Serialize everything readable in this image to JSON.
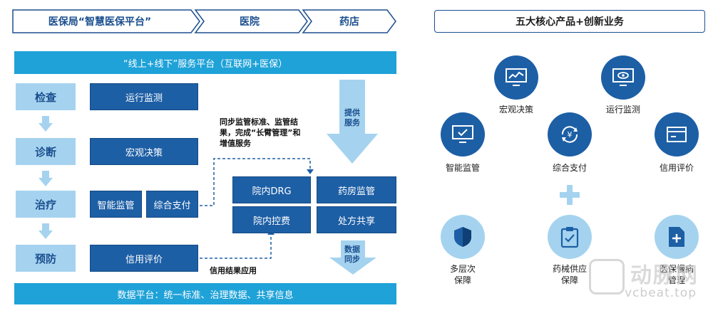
{
  "header": {
    "step1": "医保局“智慧医保平台”",
    "step2": "医院",
    "step3": "药店",
    "right_title": "五大核心产品+创新业务"
  },
  "top_band": "“线上+线下”服务平台（互联网+医保）",
  "bottom_band": "数据平台：统一标准、治理数据、共享信息",
  "stages": [
    "检查",
    "诊断",
    "治疗",
    "预防"
  ],
  "modules": {
    "monitor": "运行监测",
    "macro": "宏观决策",
    "smart_supervision": "智能监管",
    "payment": "综合支付",
    "credit": "信用评价"
  },
  "notes": {
    "sync": "同步监管标准、监管结果，完成“长臂管理”和增值服务",
    "credit_result": "信用结果应用",
    "provide": "提供服务",
    "data_sync": "数据同步"
  },
  "hospital_boxes": {
    "drg": "院内DRG",
    "pharmacy_supervision": "药房监管",
    "cost_control": "院内控费",
    "prescription": "处方共享"
  },
  "products": [
    {
      "label": "宏观决策",
      "icon": "chart-monitor-icon"
    },
    {
      "label": "运行监测",
      "icon": "eye-monitor-icon"
    },
    {
      "label": "智能监管",
      "icon": "check-monitor-icon"
    },
    {
      "label": "综合支付",
      "icon": "yen-cycle-icon"
    },
    {
      "label": "信用评价",
      "icon": "card-icon"
    }
  ],
  "innovations": [
    {
      "label": "多层次\n保障",
      "icon": "shield-icon"
    },
    {
      "label": "药械供应\n保障",
      "icon": "clipboard-check-icon"
    },
    {
      "label": "医保慢病\n管理",
      "icon": "document-plus-icon"
    }
  ],
  "watermark": {
    "brand": "动脉网",
    "url": "vcbeat.top"
  },
  "colors": {
    "dark_blue": "#1d5fa5",
    "cyan": "#1fa2d8",
    "light_blue": "#a5d3ef"
  }
}
